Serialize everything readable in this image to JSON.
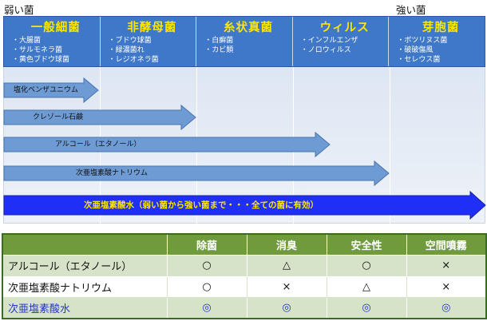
{
  "scale": {
    "weak": "弱い菌",
    "strong": "強い菌"
  },
  "categories": [
    {
      "title": "一般細菌",
      "items": [
        "・大腸菌",
        "・サルモネラ菌",
        "・黄色ブドウ球菌"
      ]
    },
    {
      "title": "非酵母菌",
      "items": [
        "・ブドウ球菌",
        "・緑濃菌れ",
        "・レジオネラ菌"
      ]
    },
    {
      "title": "糸状真菌",
      "items": [
        "・白癬菌",
        "・カビ類"
      ]
    },
    {
      "title": "ウィルス",
      "items": [
        "・インフルエンザ",
        "・ノロウィルス"
      ]
    },
    {
      "title": "芽胞菌",
      "items": [
        "・ボツリヌス菌",
        "・破破傷風",
        "・セレウス菌"
      ]
    }
  ],
  "arrows": [
    {
      "label": "塩化ベンザユニウム",
      "reach": 1
    },
    {
      "label": "クレゾール石鹸",
      "reach": 2
    },
    {
      "label": "アルコール（エタノール）",
      "reach": 3
    },
    {
      "label": "次亜塩素酸ナトリウム",
      "reach": 4
    },
    {
      "label": "次亜塩素酸水（弱い菌から強い菌まで・・・全ての菌に有効）",
      "reach": 5
    }
  ],
  "colors": {
    "header": "#3f78c8",
    "title": "#ffe600",
    "arrow": "#6f9bd4",
    "highlight_arrow": "#1f2ff5",
    "table_header": "#6f9b3d",
    "table_row": "#d7e3c9",
    "highlight_text": "#2336c8"
  },
  "table": {
    "headers": [
      "除菌",
      "消臭",
      "安全性",
      "空間噴霧"
    ],
    "rows": [
      {
        "name": "アルコール（エタノール）",
        "values": [
          "○",
          "△",
          "○",
          "×"
        ]
      },
      {
        "name": "次亜塩素酸ナトリウム",
        "values": [
          "○",
          "×",
          "△",
          "×"
        ]
      },
      {
        "name": "次亜塩素酸水",
        "values": [
          "◎",
          "◎",
          "◎",
          "◎"
        ]
      }
    ]
  }
}
